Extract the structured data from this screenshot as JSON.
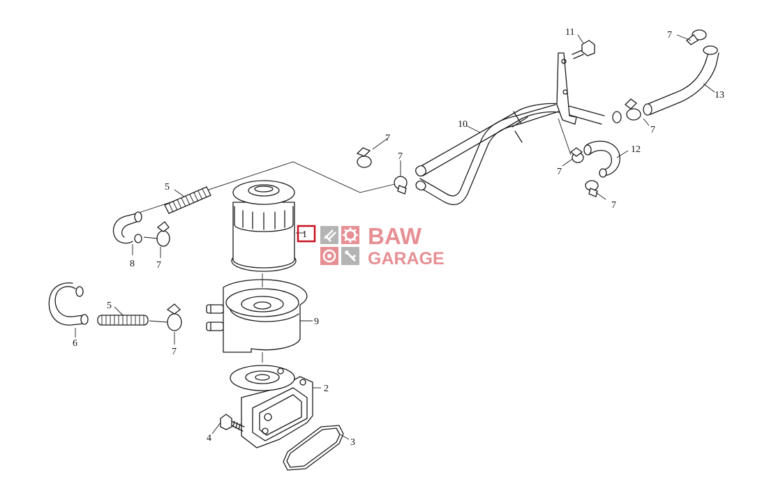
{
  "callouts": {
    "c1": "1",
    "c2": "2",
    "c3": "3",
    "c4": "4",
    "c5a": "5",
    "c5b": "5",
    "c6": "6",
    "c7a": "7",
    "c7b": "7",
    "c7c": "7",
    "c7d": "7",
    "c7e": "7",
    "c7f": "7",
    "c7g": "7",
    "c7h": "7",
    "c8": "8",
    "c9": "9",
    "c10": "10",
    "c11": "11",
    "c12": "12",
    "c13": "13"
  },
  "selected_callout": "c1",
  "highlight_color": "#c8101e",
  "watermark": {
    "line1": "BAW",
    "line2": "GARAGE",
    "color": "#e58a8f",
    "icons": [
      "piston-icon",
      "gear-icon",
      "wheel-icon",
      "spark-plug-icon"
    ]
  }
}
